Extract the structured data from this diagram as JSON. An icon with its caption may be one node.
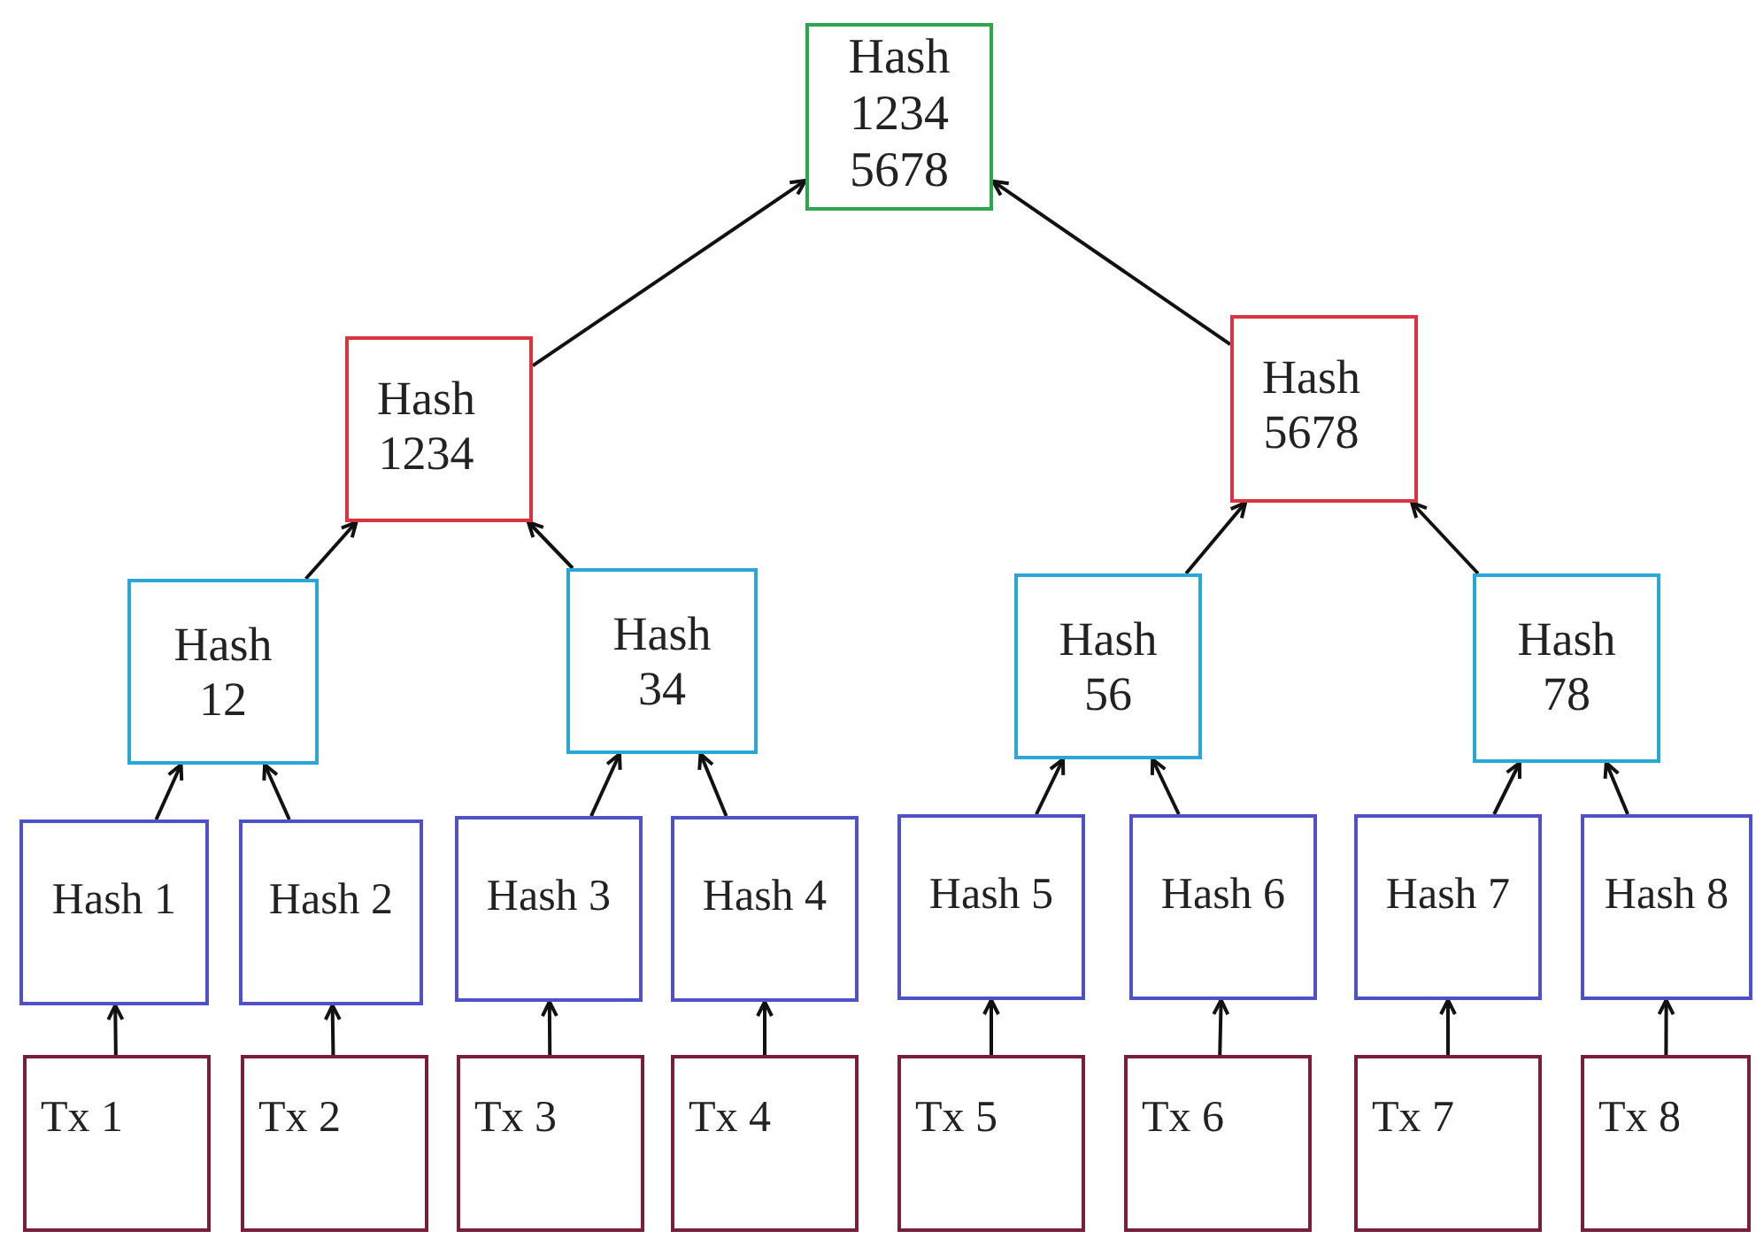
{
  "diagram": {
    "nodes": [
      {
        "text": [
          "Hash 1234 5678"
        ]
      },
      {
        "text": [
          "Hash 1234"
        ]
      },
      {
        "text": [
          "Hash 5678"
        ]
      },
      {
        "text": [
          "Hash 12"
        ]
      },
      {
        "text": [
          "Hash 34"
        ]
      },
      {
        "text": [
          "Hash 56"
        ]
      },
      {
        "text": [
          "Hash 78"
        ]
      },
      {
        "text": [
          "Hash 1"
        ]
      },
      {
        "text": [
          "Hash 2"
        ]
      },
      {
        "text": [
          "Hash 3"
        ]
      },
      {
        "text": [
          "Hash 4"
        ]
      },
      {
        "text": [
          "Hash 5"
        ]
      },
      {
        "text": [
          "Hash 6"
        ]
      },
      {
        "text": [
          "Hash 7"
        ]
      },
      {
        "text": [
          "Hash 8"
        ]
      },
      {
        "text": [
          "Tx 1"
        ]
      },
      {
        "text": [
          "Tx 2"
        ]
      },
      {
        "text": [
          "Tx 3"
        ]
      },
      {
        "text": [
          "Tx 4"
        ]
      },
      {
        "text": [
          "Tx 5"
        ]
      },
      {
        "text": [
          "Tx 6"
        ]
      },
      {
        "text": [
          "Tx 7"
        ]
      },
      {
        "text": [
          "Tx 8"
        ]
      }
    ],
    "edges": [
      {
        "from": 1,
        "to": 0,
        "arrow": "to"
      },
      {
        "from": 2,
        "to": 0,
        "arrow": "to"
      },
      {
        "from": 3,
        "to": 1,
        "arrow": "to"
      },
      {
        "from": 4,
        "to": 1,
        "arrow": "to"
      },
      {
        "from": 5,
        "to": 2,
        "arrow": "to"
      },
      {
        "from": 6,
        "to": 2,
        "arrow": "to"
      },
      {
        "from": 7,
        "to": 3,
        "arrow": "to"
      },
      {
        "from": 8,
        "to": 3,
        "arrow": "to"
      },
      {
        "from": 9,
        "to": 4,
        "arrow": "to"
      },
      {
        "from": 10,
        "to": 4,
        "arrow": "to"
      },
      {
        "from": 11,
        "to": 5,
        "arrow": "to"
      },
      {
        "from": 12,
        "to": 5,
        "arrow": "to"
      },
      {
        "from": 13,
        "to": 6,
        "arrow": "to"
      },
      {
        "from": 14,
        "to": 6,
        "arrow": "to"
      },
      {
        "from": 15,
        "to": 7,
        "arrow": "to"
      },
      {
        "from": 16,
        "to": 8,
        "arrow": "to"
      },
      {
        "from": 17,
        "to": 9,
        "arrow": "to"
      },
      {
        "from": 18,
        "to": 10,
        "arrow": "to"
      },
      {
        "from": 19,
        "to": 11,
        "arrow": "to"
      },
      {
        "from": 20,
        "to": 12,
        "arrow": "to"
      },
      {
        "from": 21,
        "to": 13,
        "arrow": "to"
      },
      {
        "from": 22,
        "to": 14,
        "arrow": "to"
      }
    ]
  }
}
